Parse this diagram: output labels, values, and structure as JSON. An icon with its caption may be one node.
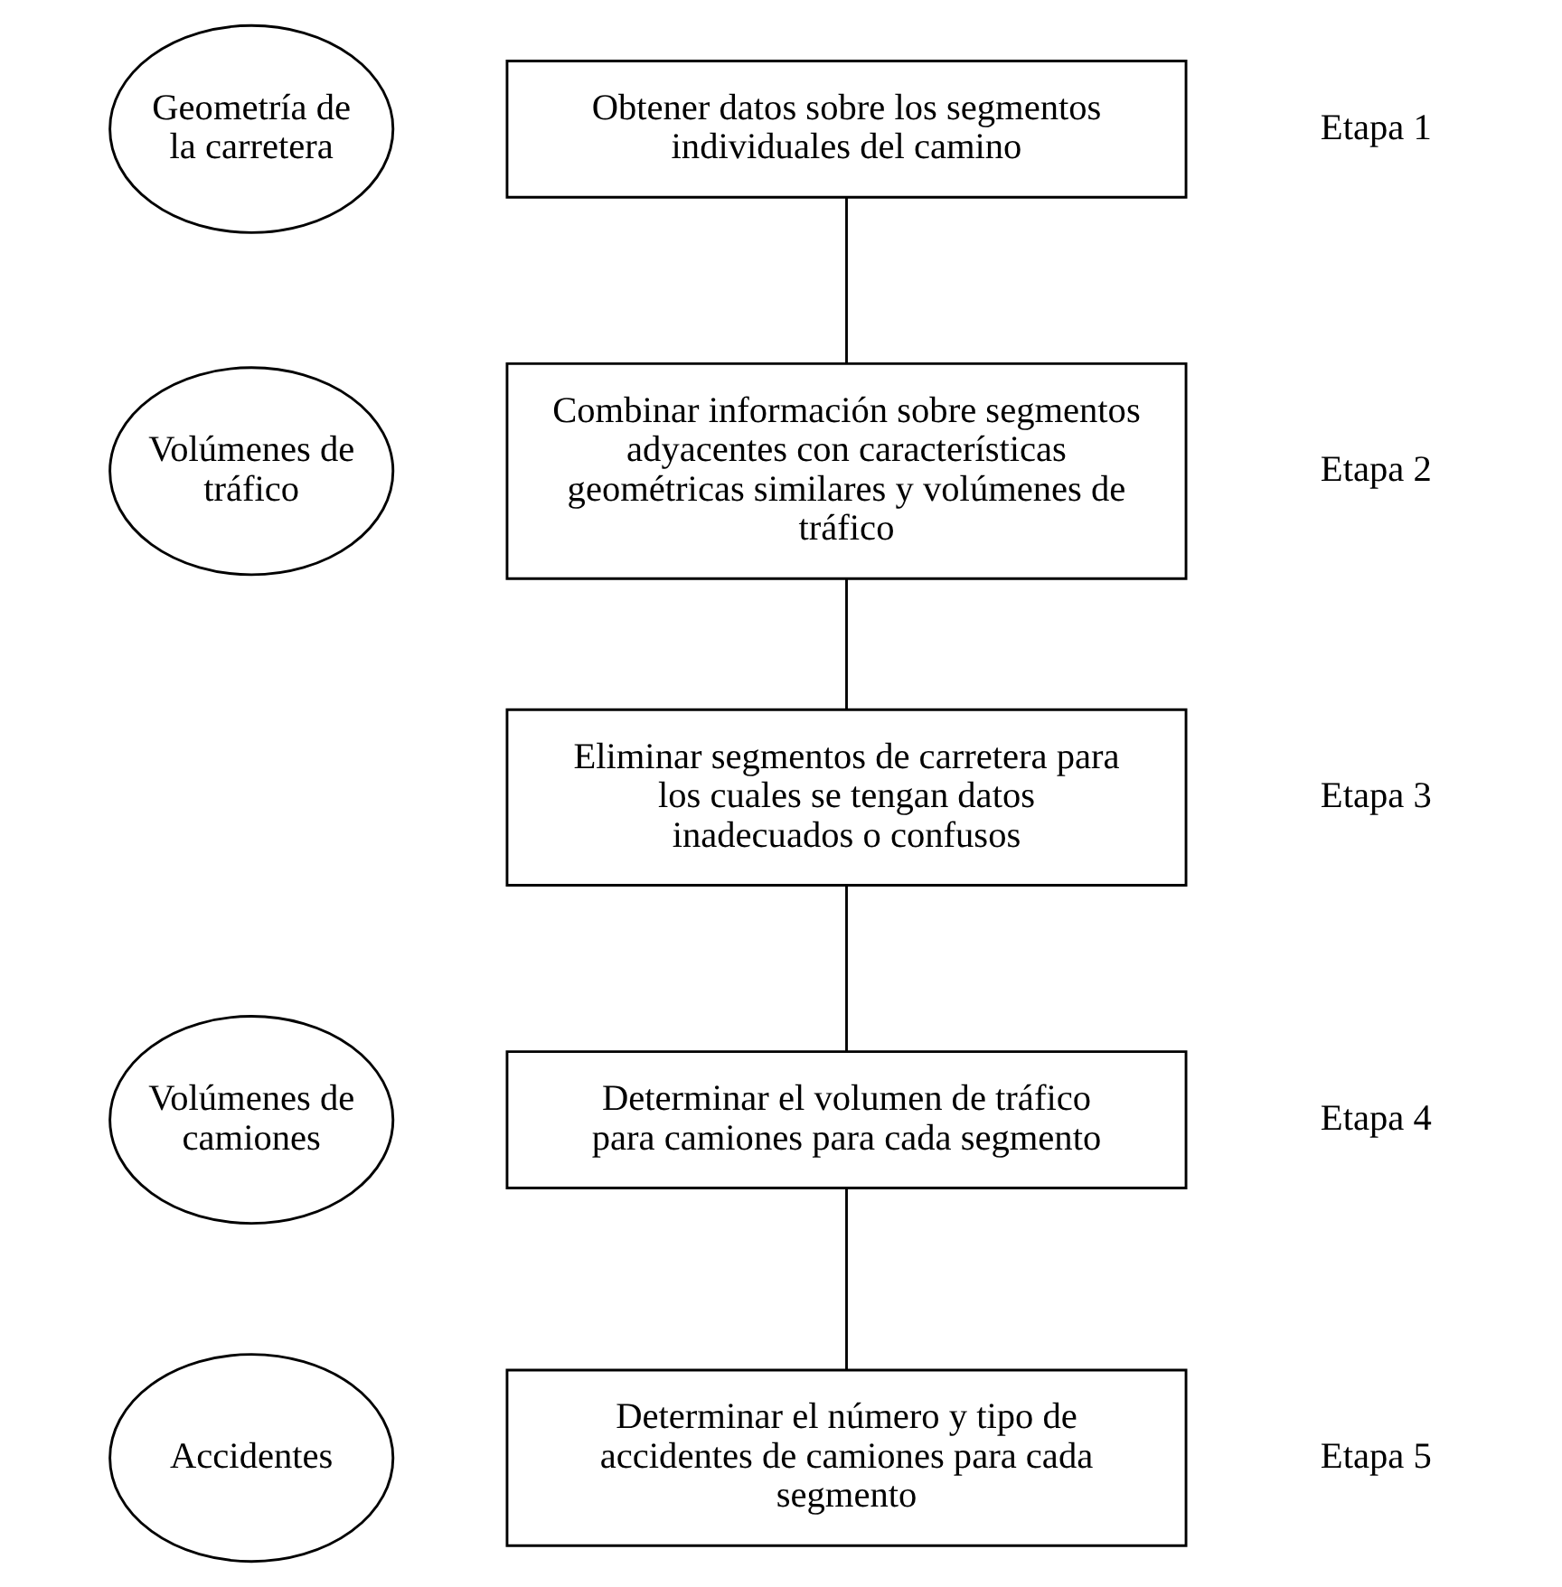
{
  "diagram": {
    "nodes": [
      {
        "text": [
          "Geometría de la carretera"
        ]
      },
      {
        "text": [
          "Obtener datos sobre los segmentos individuales del camino"
        ],
        "beside": [
          "Etapa 1"
        ]
      },
      {
        "text": [
          "Volúmenes de tráfico"
        ]
      },
      {
        "text": [
          "Combinar información sobre segmentos adyacentes con características geométricas similares y volúmenes de tráfico"
        ],
        "beside": [
          "Etapa 2"
        ]
      },
      {
        "text": [
          "Eliminar segmentos de carretera para los cuales se tengan datos inadecuados o confusos"
        ],
        "beside": [
          "Etapa 3"
        ]
      },
      {
        "text": [
          "Volúmenes de camiones"
        ]
      },
      {
        "text": [
          "Determinar el volumen de tráfico para camiones para cada segmento"
        ],
        "beside": [
          "Etapa 4"
        ]
      },
      {
        "text": [
          "Accidentes"
        ]
      },
      {
        "text": [
          "Determinar el número y tipo de accidentes de camiones para cada segmento"
        ],
        "beside": [
          "Etapa 5"
        ]
      }
    ],
    "edges": [
      {
        "from": 1,
        "to": 3,
        "arrow": "none"
      },
      {
        "from": 3,
        "to": 4,
        "arrow": "none"
      },
      {
        "from": 4,
        "to": 6,
        "arrow": "none"
      },
      {
        "from": 6,
        "to": 8,
        "arrow": "none"
      }
    ]
  }
}
